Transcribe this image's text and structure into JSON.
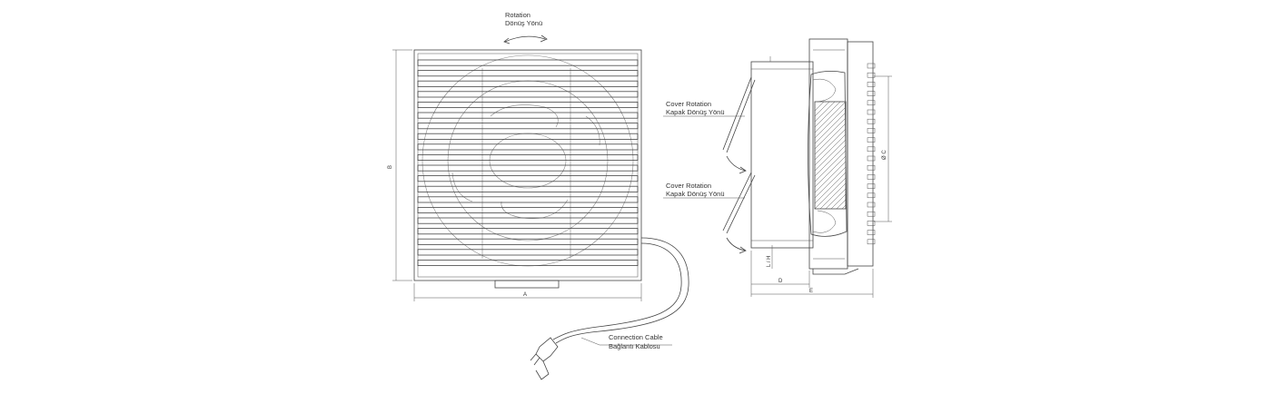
{
  "labels": {
    "rotation_en": "Rotation",
    "rotation_tr": "Dönüş Yönü",
    "cover_rotation_1_en": "Cover Rotation",
    "cover_rotation_1_tr": "Kapak Dönüş Yönü",
    "cover_rotation_2_en": "Cover Rotation",
    "cover_rotation_2_tr": "Kapak Dönüş Yönü",
    "cable_en": "Connection Cable",
    "cable_tr": "Bağlantı Kablosu"
  },
  "dimensions": {
    "a": "A",
    "b": "B",
    "c": "Ø C",
    "d": "D",
    "e": "E",
    "lh": "L / H"
  },
  "colors": {
    "line": "#444444",
    "background": "#ffffff"
  }
}
